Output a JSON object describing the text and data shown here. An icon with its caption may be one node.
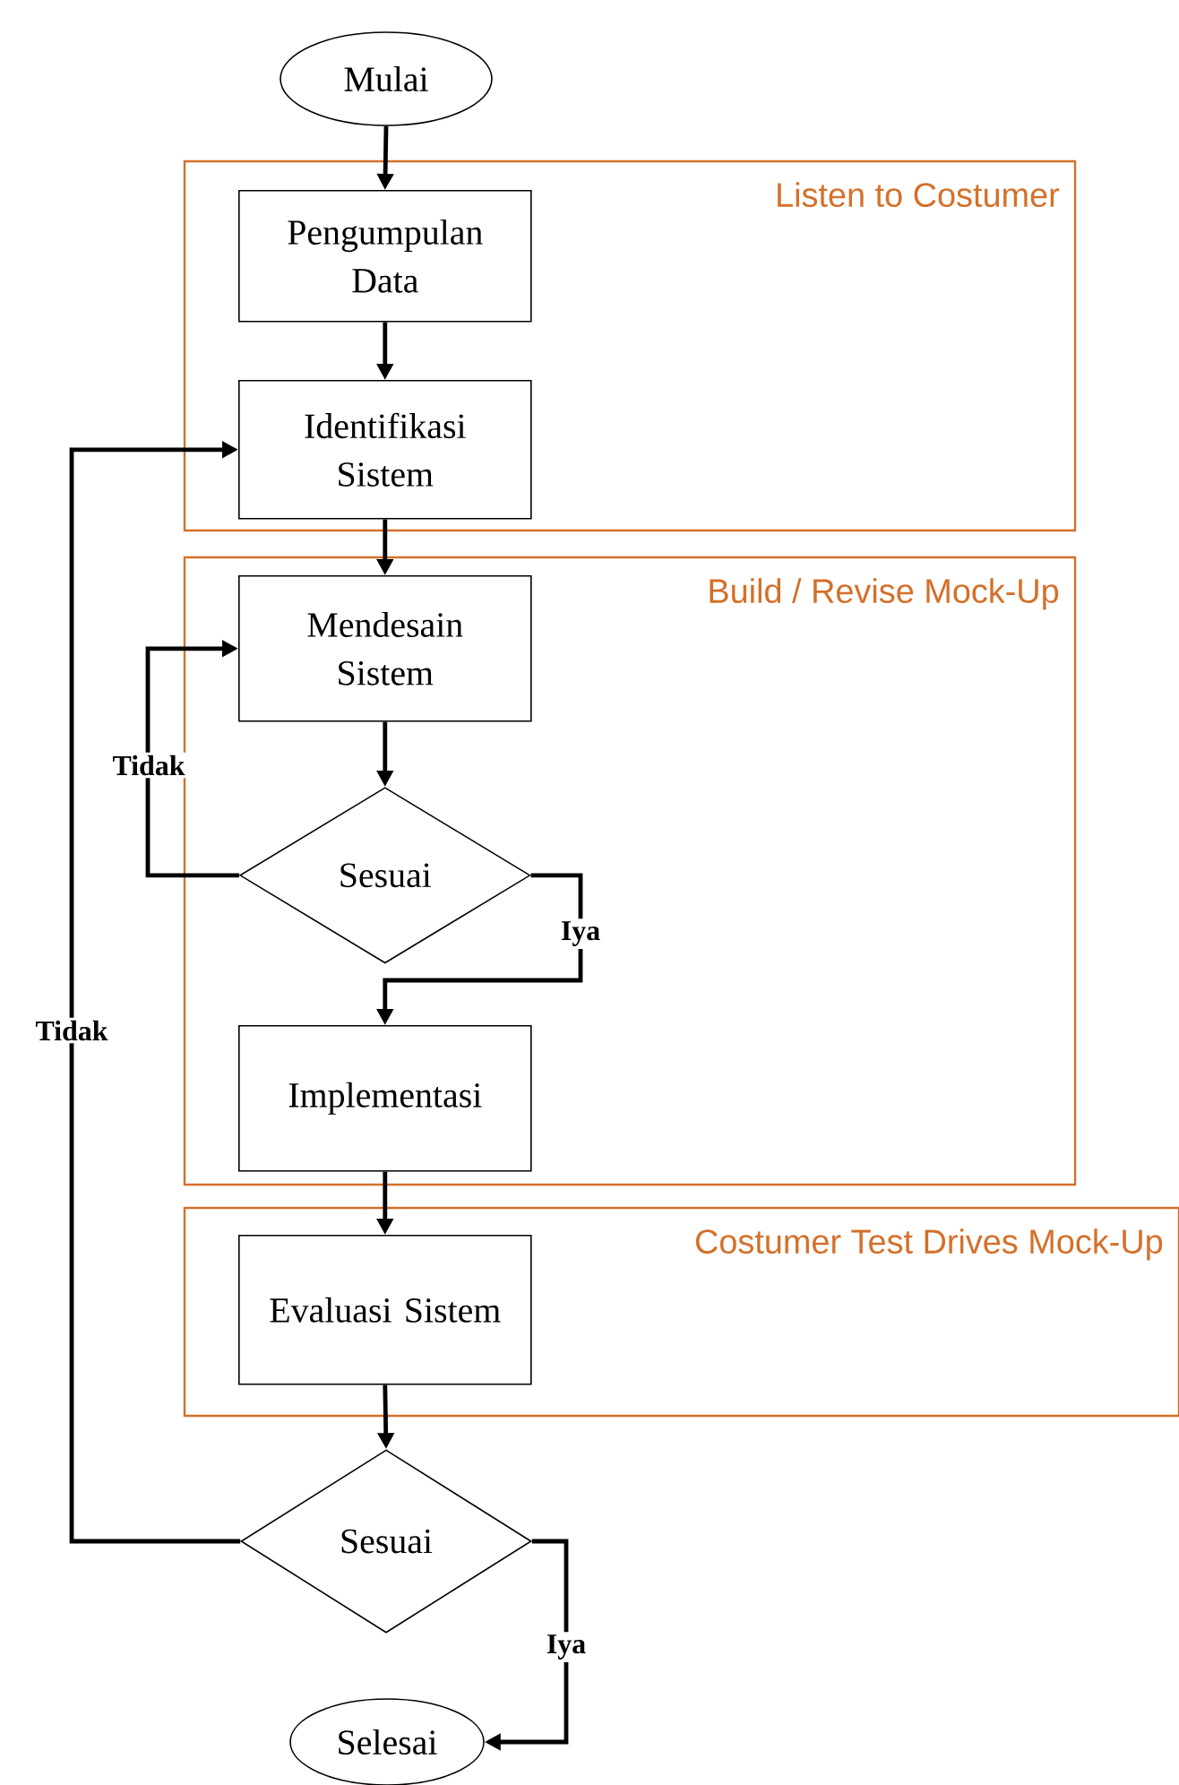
{
  "diagram": {
    "nodes": [
      {
        "text": [
          "Mulai"
        ]
      },
      {
        "text": [
          "Listen to Costumer"
        ]
      },
      {
        "text": [
          "Pengumpulan Data"
        ],
        "in": 1
      },
      {
        "text": [
          "Identifikasi Sistem"
        ],
        "in": 1
      },
      {
        "text": [
          "Build / Revise Mock-Up"
        ]
      },
      {
        "text": [
          "Mendesain Sistem"
        ],
        "in": 4
      },
      {
        "text": [
          "Sesuai"
        ],
        "in": 4
      },
      {
        "text": [
          "Implementasi"
        ],
        "in": 4
      },
      {
        "text": [
          "Costumer Test Drives Mock-Up"
        ]
      },
      {
        "text": [
          "Evaluasi Sistem"
        ],
        "in": 8
      },
      {
        "text": [
          "Sesuai"
        ]
      },
      {
        "text": [
          "Selesai"
        ]
      }
    ],
    "edges": [
      {
        "from": 0,
        "to": 2,
        "arrow": "to"
      },
      {
        "from": 2,
        "to": 3,
        "arrow": "to"
      },
      {
        "from": 3,
        "to": 5,
        "arrow": "to"
      },
      {
        "from": 5,
        "to": 6,
        "arrow": "to"
      },
      {
        "from": 6,
        "to": 5,
        "arrow": "to",
        "label": "Tidak"
      },
      {
        "from": 6,
        "to": 7,
        "arrow": "to",
        "label": "Iya"
      },
      {
        "from": 7,
        "to": 9,
        "arrow": "to"
      },
      {
        "from": 9,
        "to": 10,
        "arrow": "to"
      },
      {
        "from": 10,
        "to": 3,
        "arrow": "to",
        "label": "Tidak"
      },
      {
        "from": 10,
        "to": 11,
        "arrow": "to",
        "label": "Iya"
      }
    ]
  }
}
